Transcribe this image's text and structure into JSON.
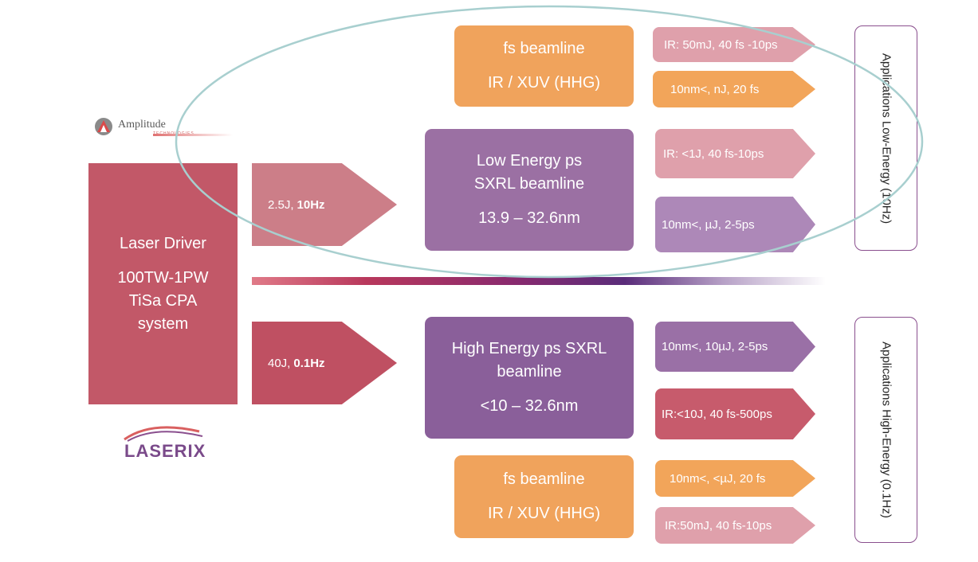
{
  "driver": {
    "lines": [
      "Laser Driver",
      "100TW-1PW",
      "TiSa CPA",
      "system"
    ]
  },
  "arrows": {
    "low": {
      "label": "2.5J, ",
      "bold": "10Hz"
    },
    "high": {
      "label": "40J, ",
      "bold": "0.1Hz"
    }
  },
  "beamlines": {
    "fs_top": {
      "title": "fs beamline",
      "sub": "IR / XUV (HHG)"
    },
    "low_ps": {
      "title1": "Low Energy ps",
      "title2": "SXRL beamline",
      "range": "13.9 – 32.6nm"
    },
    "high_ps": {
      "title1": "High Energy ps SXRL",
      "title2": "beamline",
      "range": "<10 – 32.6nm"
    },
    "fs_bot": {
      "title": "fs beamline",
      "sub": "IR / XUV (HHG)"
    }
  },
  "outputs": [
    "IR: 50mJ, 40 fs -10ps",
    "10nm<, nJ, 20 fs",
    "IR: <1J, 40 fs-10ps",
    "10nm<,  µJ, 2-5ps",
    "10nm<, 10µJ, 2-5ps",
    "IR:<10J, 40 fs-500ps",
    "10nm<, <µJ, 20 fs",
    "IR:50mJ, 40 fs-10ps"
  ],
  "applications": {
    "low": "Applications Low-Energy (10Hz)",
    "high": "Applications High-Energy (0.1Hz)"
  },
  "logos": {
    "amplitude": "Amplitude",
    "amplitude_sub": "TECHNOLOGIES",
    "laserix": "LASERIX"
  },
  "colors": {
    "driver": "#c25868",
    "orange": "#f0a35c",
    "purple": "#9b70a3",
    "ellipse": "#a8cfcf"
  }
}
